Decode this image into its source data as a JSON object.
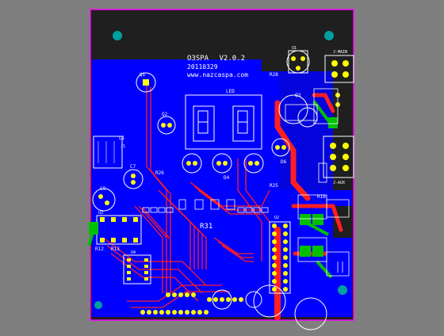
{
  "board": {
    "name": "O3SPA",
    "version": "V2.0.2",
    "date": "20110329",
    "website": "www.nazcaspa.com"
  },
  "colors": {
    "background": "#7f7f7f",
    "board_outline": "#ff00ff",
    "board_fill": "#1f1f1f",
    "copper_pour": "#0000ff",
    "top_traces": "#ff1f1f",
    "pads": "#ffff00",
    "silkscreen": "#ffffff",
    "mount_holes": "#00a0a0",
    "highlight_pads": "#00c000"
  },
  "labels": {
    "led_block": "LED",
    "connector_top": "J-MAIN",
    "connector_mid": "J-AUX",
    "resistor_r31": "R31",
    "resistor_r26": "R26",
    "resistor_r28": "R28",
    "resistor_r25": "R25",
    "diode_d4": "D4",
    "diode_d6": "D6",
    "ic_u4": "U4",
    "ic_u3": "U3",
    "ic_u2": "U2",
    "q1": "Q1",
    "q2": "Q2",
    "q3": "Q3",
    "c7": "C7",
    "c9": "C9",
    "l1": "L1",
    "r12": "R12",
    "r13": "R13",
    "r16": "R16",
    "u1": "U1",
    "j1": "J1"
  }
}
